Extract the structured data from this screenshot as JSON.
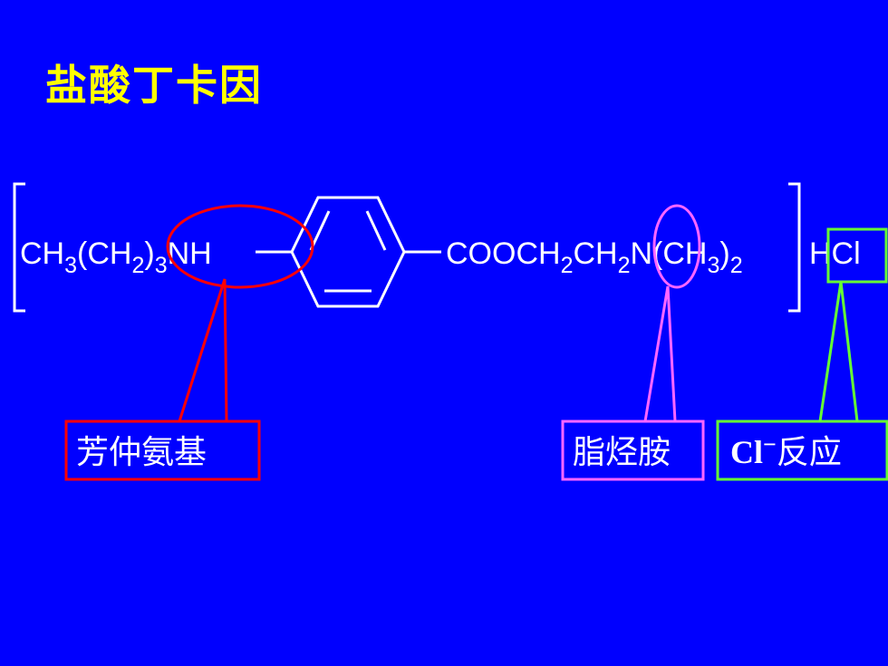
{
  "title": "盐酸丁卡因",
  "formula": {
    "left_part": {
      "a": "CH",
      "s1": "3",
      "b": "(CH",
      "s2": "2",
      "c": ")",
      "s3": "3",
      "d": "NH"
    },
    "right_part": {
      "a": "COOCH",
      "s1": "2",
      "b": "CH",
      "s2": "2",
      "c": "N(CH",
      "s3": "3",
      "d": ")",
      "s4": "2"
    },
    "salt": "HCl"
  },
  "labels": {
    "aromatic_amine": "芳仲氨基",
    "aliphatic_amine": "脂烃胺",
    "chloride_ion": "Cl",
    "chloride_sup": "−",
    "chloride_reaction": "反应"
  },
  "colors": {
    "background": "#0000ff",
    "title": "#ffff00",
    "red": "#ff0000",
    "pink": "#ff66ff",
    "green": "#66ff33",
    "formula": "#ffffff"
  }
}
